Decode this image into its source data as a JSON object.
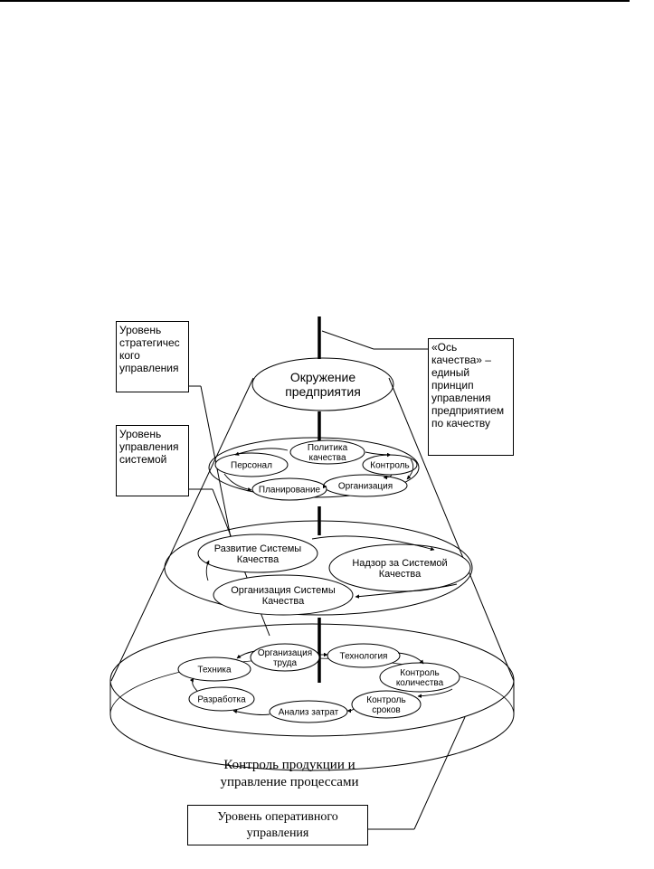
{
  "diagram": {
    "top_ellipse": [
      "Окружение",
      "предприятия"
    ],
    "level2_nodes": {
      "politika": [
        "Политика",
        "качества"
      ],
      "personal": [
        "Персонал"
      ],
      "kontrol": [
        "Контроль"
      ],
      "organizaciya": [
        "Организация"
      ],
      "planirovanie": [
        "Планирование"
      ]
    },
    "level3_nodes": {
      "razvitie": [
        "Развитие Системы",
        "Качества"
      ],
      "nadzor": [
        "Надзор за Системой",
        "Качества"
      ],
      "organizaciya_sistemy": [
        "Организация Системы",
        "Качества"
      ]
    },
    "level4_nodes": {
      "organizaciya_truda": [
        "Организация",
        "труда"
      ],
      "tehnologiya": [
        "Технология"
      ],
      "tehnika": [
        "Техника"
      ],
      "kontrol_kolichestva": [
        "Контроль",
        "количества"
      ],
      "razrabotka": [
        "Разработка"
      ],
      "kontrol_srokov": [
        "Контроль",
        "сроков"
      ],
      "analiz_zatrat": [
        "Анализ затрат"
      ]
    },
    "base_caption": [
      "Контроль продукции и",
      "управление процессами"
    ],
    "labels": {
      "strategic": [
        "Уровень",
        "стратегичес",
        "кого",
        "управления"
      ],
      "system": [
        "Уровень",
        "управления",
        "системой"
      ],
      "axis": [
        "«Ось",
        "качества» –",
        "единый",
        "принцип",
        "управления",
        "предприятием",
        "по качеству"
      ],
      "operational": [
        "Уровень оперативного",
        "управления"
      ]
    }
  }
}
